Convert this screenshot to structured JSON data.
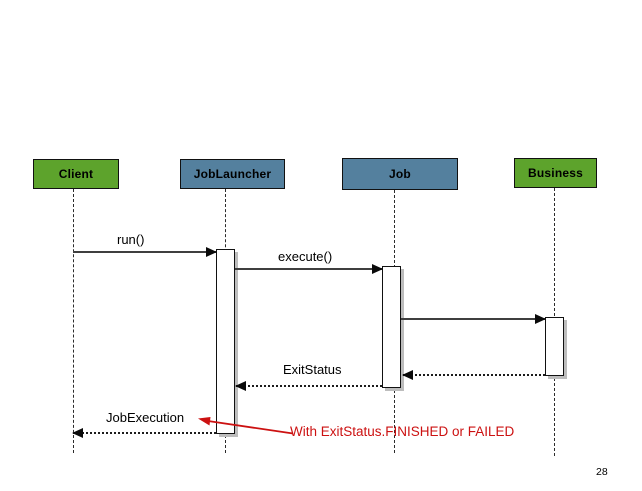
{
  "page": {
    "number": "28"
  },
  "diagram": {
    "type": "uml-sequence",
    "actors": [
      {
        "name": "client",
        "label": "Client",
        "fill": "#5da32c"
      },
      {
        "name": "joblauncher",
        "label": "JobLauncher",
        "fill": "#54809e"
      },
      {
        "name": "job",
        "label": "Job",
        "fill": "#54809e"
      },
      {
        "name": "business",
        "label": "Business",
        "fill": "#5da32c"
      }
    ],
    "messages": [
      {
        "from": "Client",
        "to": "JobLauncher",
        "label": "run()",
        "style": "solid"
      },
      {
        "from": "JobLauncher",
        "to": "Job",
        "label": "execute()",
        "style": "solid"
      },
      {
        "from": "Job",
        "to": "Business",
        "label": "",
        "style": "solid"
      },
      {
        "from": "Business",
        "to": "Job",
        "label": "",
        "style": "dotted-return"
      },
      {
        "from": "Job",
        "to": "JobLauncher",
        "label": "ExitStatus",
        "style": "dotted-return"
      },
      {
        "from": "JobLauncher",
        "to": "Client",
        "label": "JobExecution",
        "style": "dotted-return"
      }
    ],
    "annotation": {
      "text": "With ExitStatus.FINISHED or FAILED",
      "color": "#cc1111"
    }
  }
}
